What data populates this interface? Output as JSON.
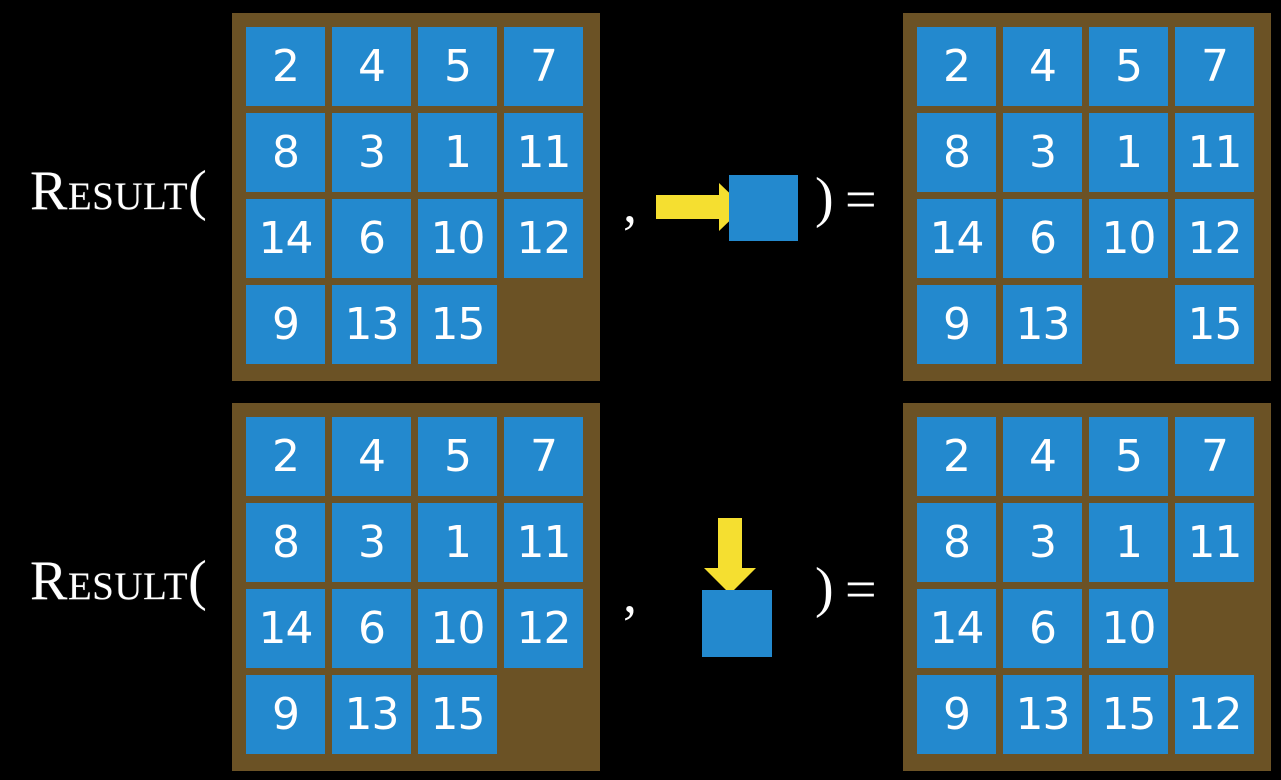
{
  "page": {
    "background_color": "#000000",
    "title": "Sliding puzzle RESULT function illustration"
  },
  "colors": {
    "tile": "#2389CE",
    "board": "#6B5225",
    "arrow": "#F5DF30",
    "text": "#FFFFFF",
    "background": "#000000"
  },
  "symbols": {
    "result_label": "Result(",
    "comma": ",",
    "paren_close": ")",
    "equals": "="
  },
  "equations": [
    {
      "id": "equation-move-right",
      "label": "Result(",
      "input_board": {
        "name": "input-board-top",
        "rows": [
          [
            "2",
            "4",
            "5",
            "7"
          ],
          [
            "8",
            "3",
            "1",
            "11"
          ],
          [
            "14",
            "6",
            "10",
            "12"
          ],
          [
            "9",
            "13",
            "15",
            ""
          ]
        ],
        "blank_cell": {
          "row": 3,
          "col": 3
        }
      },
      "action": {
        "name": "action-move-right",
        "direction": "right",
        "arrow_icon": "arrow-right-icon",
        "tile_icon": "blue-tile-icon"
      },
      "output_board": {
        "name": "output-board-top",
        "rows": [
          [
            "2",
            "4",
            "5",
            "7"
          ],
          [
            "8",
            "3",
            "1",
            "11"
          ],
          [
            "14",
            "6",
            "10",
            "12"
          ],
          [
            "9",
            "13",
            "",
            "15"
          ]
        ],
        "blank_cell": {
          "row": 3,
          "col": 2
        }
      }
    },
    {
      "id": "equation-move-down",
      "label": "Result(",
      "input_board": {
        "name": "input-board-bottom",
        "rows": [
          [
            "2",
            "4",
            "5",
            "7"
          ],
          [
            "8",
            "3",
            "1",
            "11"
          ],
          [
            "14",
            "6",
            "10",
            "12"
          ],
          [
            "9",
            "13",
            "15",
            ""
          ]
        ],
        "blank_cell": {
          "row": 3,
          "col": 3
        }
      },
      "action": {
        "name": "action-move-down",
        "direction": "down",
        "arrow_icon": "arrow-down-icon",
        "tile_icon": "blue-tile-icon"
      },
      "output_board": {
        "name": "output-board-bottom",
        "rows": [
          [
            "2",
            "4",
            "5",
            "7"
          ],
          [
            "8",
            "3",
            "1",
            "11"
          ],
          [
            "14",
            "6",
            "10",
            ""
          ],
          [
            "9",
            "13",
            "15",
            "12"
          ]
        ],
        "blank_cell": {
          "row": 2,
          "col": 3
        }
      }
    }
  ]
}
